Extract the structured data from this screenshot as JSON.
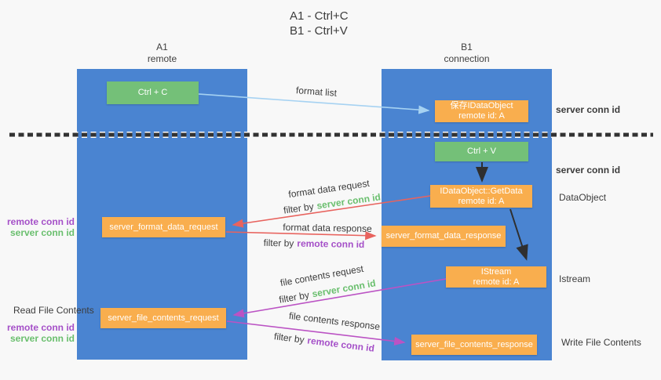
{
  "title": {
    "line1": "A1 - Ctrl+C",
    "line2": "B1 - Ctrl+V"
  },
  "columns": {
    "a1": {
      "name": "A1",
      "subtitle": "remote"
    },
    "b1": {
      "name": "B1",
      "subtitle": "connection"
    }
  },
  "nodes": {
    "ctrl_c": {
      "label": "Ctrl + C"
    },
    "save_idataobject": {
      "line1": "保存IDataObject",
      "line2": "remote id: A"
    },
    "ctrl_v": {
      "label": "Ctrl + V"
    },
    "getdata": {
      "line1": "IDataObject::GetData",
      "line2": "remote id: A"
    },
    "format_request": {
      "label": "server_format_data_request"
    },
    "format_response": {
      "label": "server_format_data_response"
    },
    "istream": {
      "line1": "IStream",
      "line2": "remote id: A"
    },
    "file_request": {
      "label": "server_file_contents_request"
    },
    "file_response": {
      "label": "server_file_contents_response"
    }
  },
  "edges": {
    "format_list": "format list",
    "format_data_request": "format data request",
    "format_data_response": "format data response",
    "file_contents_request": "file contents request",
    "file_contents_response": "file contents response",
    "filter_by": "filter by",
    "server_conn_id": "server conn id",
    "remote_conn_id": "remote conn id"
  },
  "annotations": {
    "remote_conn_id": "remote conn id",
    "server_conn_id": "server conn id",
    "read_file_contents": "Read File Contents",
    "write_file_contents": "Write File Contents",
    "dataobject": "DataObject",
    "istream": "Istream"
  },
  "colors": {
    "column_blue": "#4a84d1",
    "node_green": "#74c078",
    "node_orange": "#f9ae4e",
    "arrow_red": "#e8635e",
    "arrow_magenta": "#bb53c4",
    "arrow_lightblue": "#a6d2f2",
    "arrow_black": "#2f2f2f",
    "text_green": "#6abf6e",
    "text_purple": "#a550c8",
    "text_dark": "#3c3c3c",
    "background": "#f8f8f8"
  }
}
